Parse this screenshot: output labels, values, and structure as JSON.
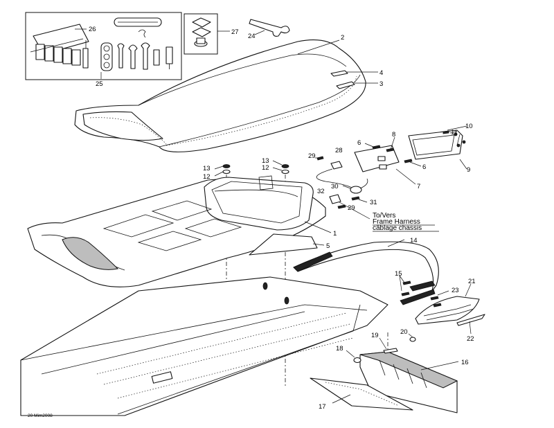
{
  "drawing_code": "20 Mim2008",
  "note": {
    "line1": "To/Vers",
    "line2": "Frame Harness",
    "line3": "câblage chassis"
  },
  "callouts": {
    "c1": "1",
    "c2": "2",
    "c3": "3",
    "c4": "4",
    "c5": "5",
    "c6a": "6",
    "c6b": "6",
    "c7": "7",
    "c8": "8",
    "c9": "9",
    "c10": "10",
    "c11": "11",
    "c12a": "12",
    "c12b": "12",
    "c13a": "13",
    "c13b": "13",
    "c14": "14",
    "c15": "15",
    "c16": "16",
    "c17": "17",
    "c18": "18",
    "c19": "19",
    "c20": "20",
    "c21": "21",
    "c22": "22",
    "c23": "23",
    "c24": "24",
    "c25": "25",
    "c26": "26",
    "c27": "27",
    "c28": "28",
    "c29a": "29",
    "c29b": "29",
    "c30": "30",
    "c31": "31",
    "c32": "32"
  },
  "icons": {
    "tool_kit": "tool-kit-icon",
    "fuse_holder": "fuse-holder-icon",
    "wrench": "wrench-icon"
  }
}
